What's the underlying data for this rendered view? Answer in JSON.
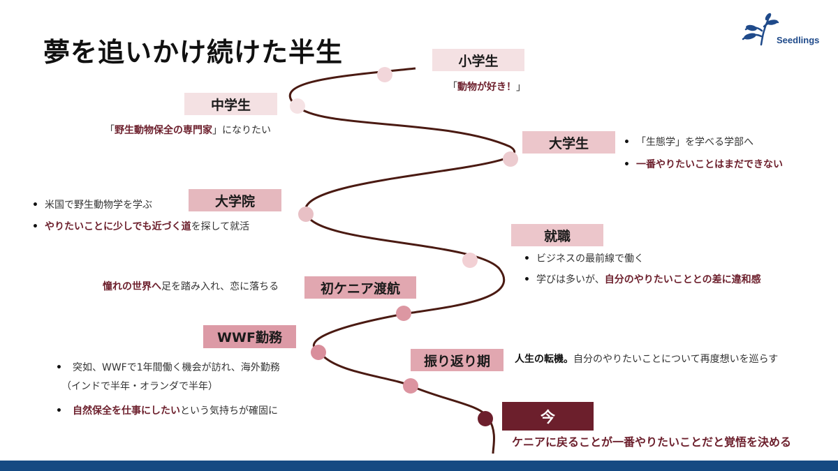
{
  "title": "夢を追いかけ続けた半生",
  "logo": {
    "text": "Seedlings"
  },
  "colors": {
    "accent": "#6c1f2c",
    "path": "#4a1a12",
    "footer": "#154a82"
  },
  "stages": [
    {
      "label": "小学生",
      "lines": [
        {
          "type": "text",
          "parts": [
            {
              "t": "「",
              "em": false
            },
            {
              "t": "動物が好き！",
              "em": true
            },
            {
              "t": "」",
              "em": false
            }
          ]
        }
      ]
    },
    {
      "label": "中学生",
      "lines": [
        {
          "type": "text",
          "parts": [
            {
              "t": "「",
              "em": false
            },
            {
              "t": "野生動物保全の専門家",
              "em": true
            },
            {
              "t": "」になりたい",
              "em": false
            }
          ]
        }
      ]
    },
    {
      "label": "大学生",
      "lines": [
        {
          "type": "bullet",
          "parts": [
            {
              "t": "「生態学」を学べる学部へ",
              "em": false
            }
          ]
        },
        {
          "type": "bullet",
          "parts": [
            {
              "t": "一番やりたいことはまだできない",
              "em": true
            }
          ]
        }
      ]
    },
    {
      "label": "大学院",
      "lines": [
        {
          "type": "bullet",
          "parts": [
            {
              "t": "米国で野生動物学を学ぶ",
              "em": false
            }
          ]
        },
        {
          "type": "bullet",
          "parts": [
            {
              "t": "やりたいことに少しでも近づく道",
              "em": true
            },
            {
              "t": "を探して就活",
              "em": false
            }
          ]
        }
      ]
    },
    {
      "label": "就職",
      "lines": [
        {
          "type": "bullet",
          "parts": [
            {
              "t": "ビジネスの最前線で働く",
              "em": false
            }
          ]
        },
        {
          "type": "bullet",
          "parts": [
            {
              "t": "学びは多いが、",
              "em": false
            },
            {
              "t": "自分のやりたいこととの差に違和感",
              "em": true
            }
          ]
        }
      ]
    },
    {
      "label": "初ケニア渡航",
      "lines": [
        {
          "type": "text",
          "parts": [
            {
              "t": "憧れの世界へ",
              "em": true
            },
            {
              "t": "足を踏み入れ、恋に落ちる",
              "em": false
            }
          ]
        }
      ]
    },
    {
      "label": "WWF勤務",
      "lines": [
        {
          "type": "bullet",
          "parts": [
            {
              "t": "突如、WWFで1年間働く機会が訪れ、海外勤務",
              "em": false
            }
          ]
        },
        {
          "type": "text",
          "parts": [
            {
              "t": "（インドで半年・オランダで半年）",
              "em": false
            }
          ]
        },
        {
          "type": "bullet",
          "parts": [
            {
              "t": "自然保全を仕事にしたい",
              "em": true
            },
            {
              "t": "という気持ちが確固に",
              "em": false
            }
          ]
        }
      ]
    },
    {
      "label": "振り返り期",
      "lines": [
        {
          "type": "text",
          "parts": [
            {
              "t": "人生の転機。",
              "em": true
            },
            {
              "t": "自分のやりたいことについて再度想いを巡らす",
              "em": false
            }
          ]
        }
      ]
    },
    {
      "label": "今",
      "lines": [
        {
          "type": "text",
          "parts": [
            {
              "t": "ケニアに戻ることが一番やりたいことだと覚悟を決める",
              "em": true
            }
          ]
        }
      ]
    }
  ]
}
